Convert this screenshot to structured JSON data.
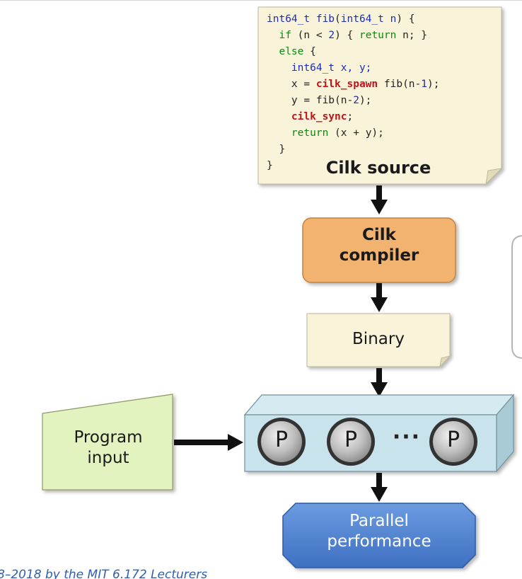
{
  "code": {
    "lines": [
      [
        {
          "t": "int64_t ",
          "c": "ty"
        },
        {
          "t": "fib",
          "c": "ty"
        },
        {
          "t": "(",
          "c": ""
        },
        {
          "t": "int64_t ",
          "c": "ty"
        },
        {
          "t": "n",
          "c": "ty"
        },
        {
          "t": ") {",
          "c": ""
        }
      ],
      [
        {
          "t": "  ",
          "c": ""
        },
        {
          "t": "if",
          "c": "kw"
        },
        {
          "t": " (n < ",
          "c": ""
        },
        {
          "t": "2",
          "c": "num"
        },
        {
          "t": ") { ",
          "c": ""
        },
        {
          "t": "return",
          "c": "kw"
        },
        {
          "t": " n; }",
          "c": ""
        }
      ],
      [
        {
          "t": "  ",
          "c": ""
        },
        {
          "t": "else",
          "c": "kw"
        },
        {
          "t": " {",
          "c": ""
        }
      ],
      [
        {
          "t": "    ",
          "c": ""
        },
        {
          "t": "int64_t x, y;",
          "c": "ty"
        }
      ],
      [
        {
          "t": "    x = ",
          "c": ""
        },
        {
          "t": "cilk_spawn",
          "c": "cilk"
        },
        {
          "t": " fib(n-",
          "c": ""
        },
        {
          "t": "1",
          "c": "num"
        },
        {
          "t": ");",
          "c": ""
        }
      ],
      [
        {
          "t": "    y = fib(n-",
          "c": ""
        },
        {
          "t": "2",
          "c": "num"
        },
        {
          "t": ");",
          "c": ""
        }
      ],
      [
        {
          "t": "    ",
          "c": ""
        },
        {
          "t": "cilk_sync",
          "c": "cilk"
        },
        {
          "t": ";",
          "c": ""
        }
      ],
      [
        {
          "t": "    ",
          "c": ""
        },
        {
          "t": "return",
          "c": "kw"
        },
        {
          "t": " (x + y);",
          "c": ""
        }
      ],
      [
        {
          "t": "  }",
          "c": ""
        }
      ],
      [
        {
          "t": "}",
          "c": ""
        }
      ]
    ]
  },
  "labels": {
    "source": "Cilk source",
    "compiler": "Cilk\ncompiler",
    "binary": "Binary",
    "input": "Program\ninput",
    "processor": "P",
    "dots": "···",
    "performance": "Parallel\nperformance"
  },
  "footer": "8–2018 by the MIT 6.172 Lecturers",
  "colors": {
    "note_fill": "#f8f3d9",
    "compiler_fill": "#f2b36f",
    "input_fill": "#e3f3bf",
    "machine_fill": "#c8e3ec",
    "performance_fill": "#5b8dd6",
    "processor_fill": "#a9a9a9"
  }
}
